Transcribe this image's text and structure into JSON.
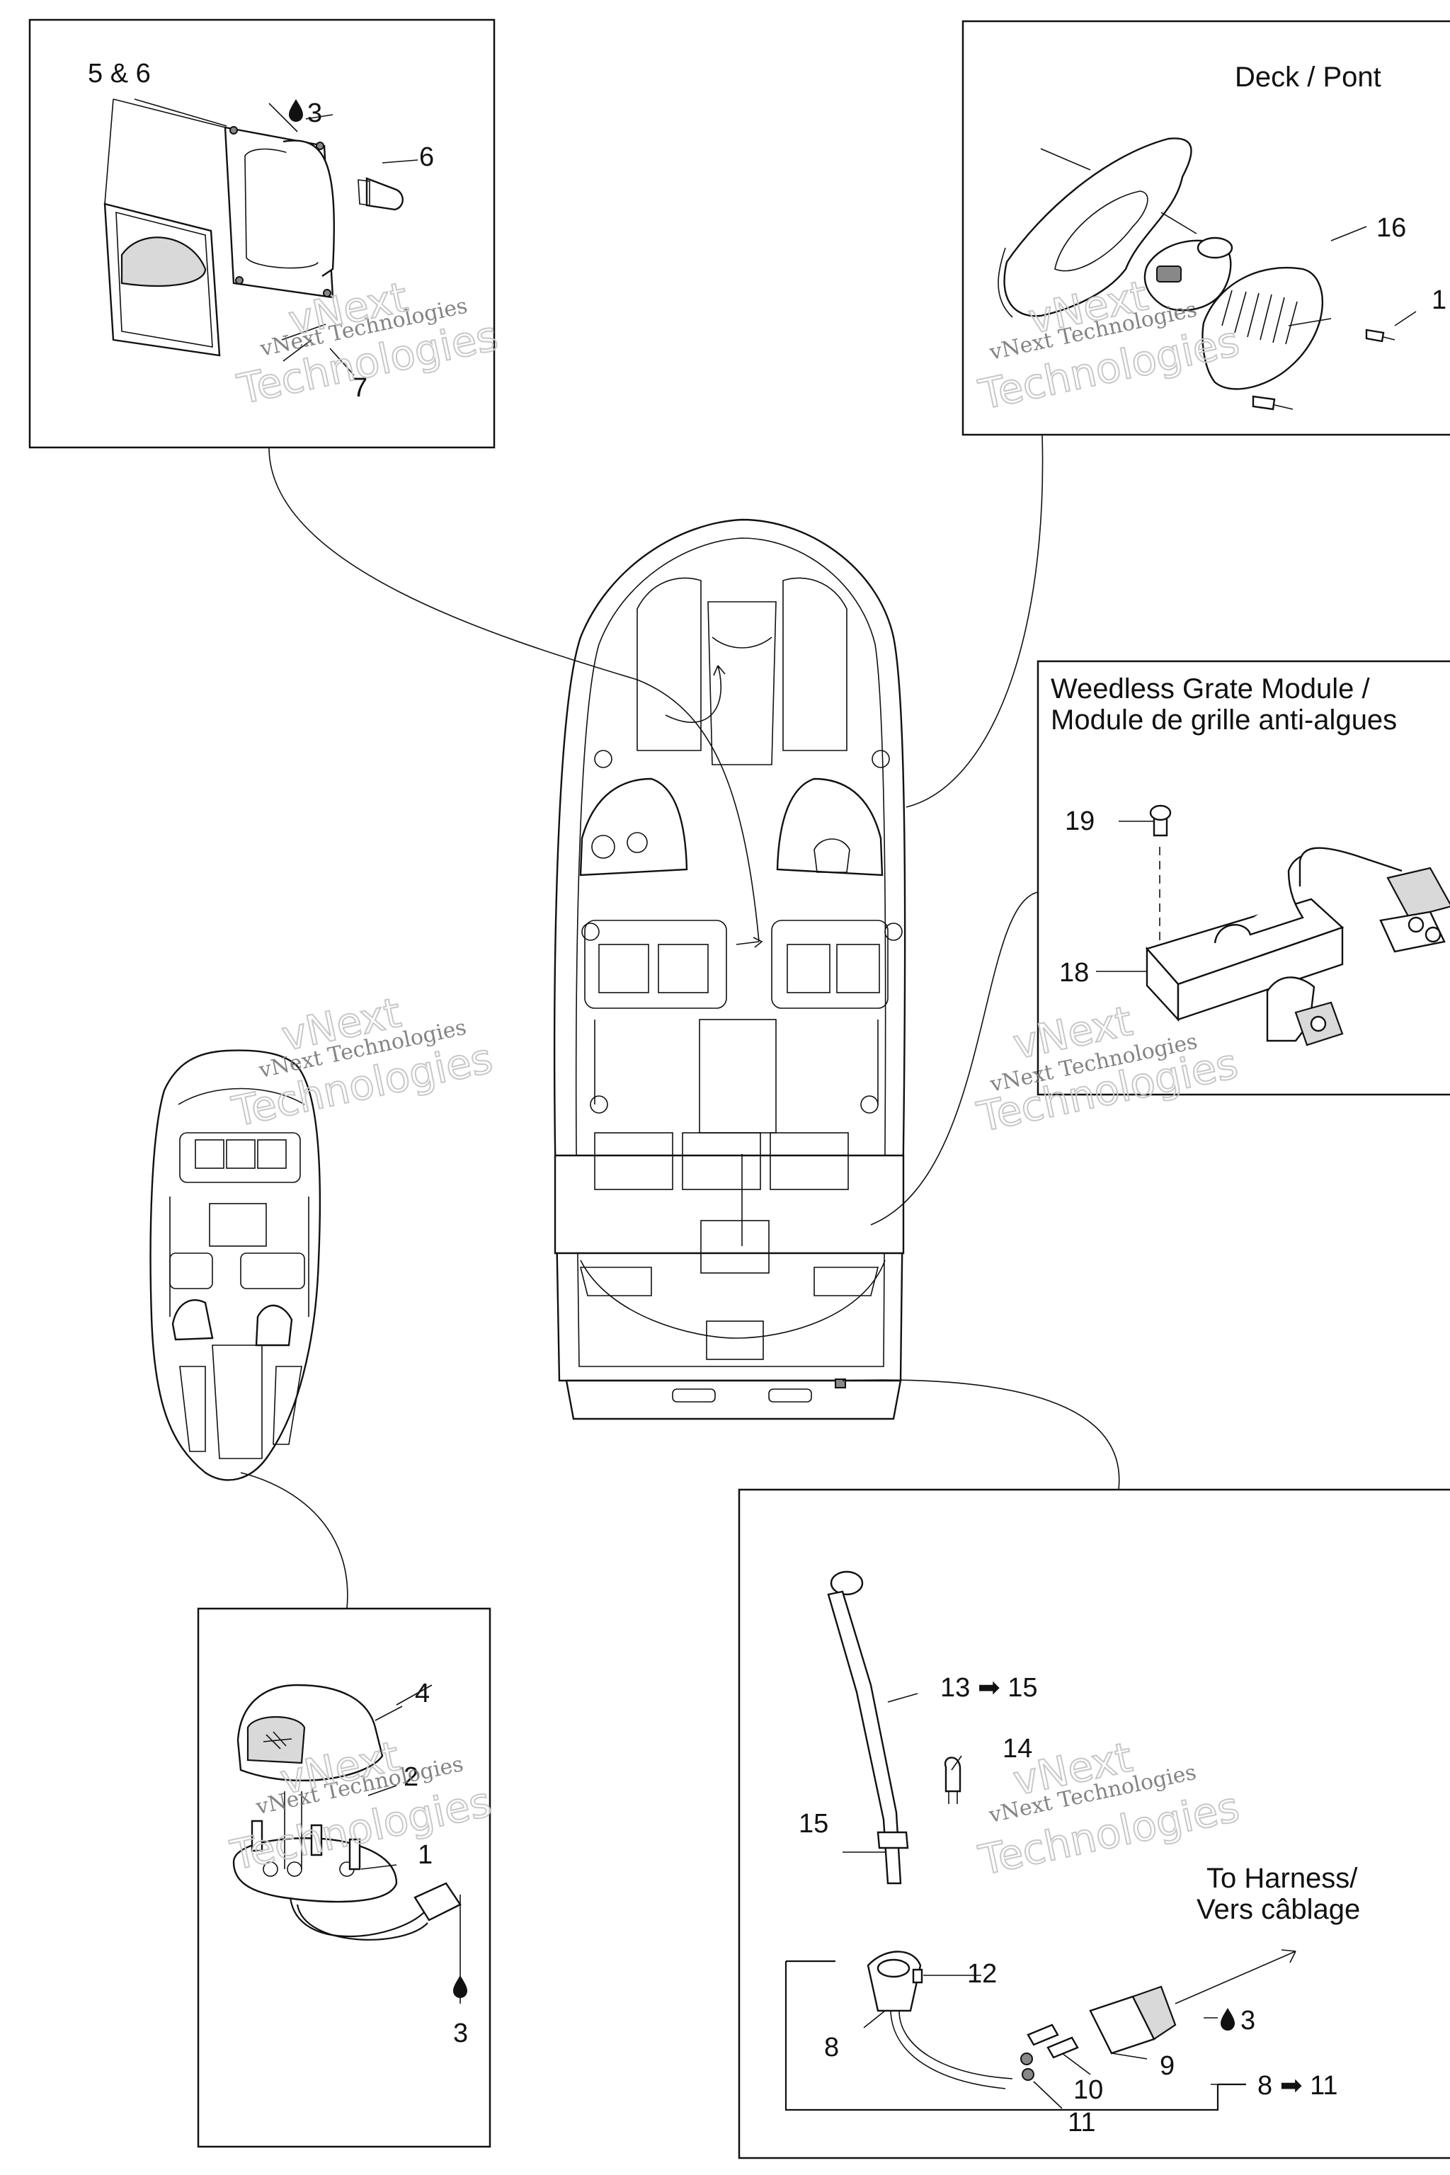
{
  "diagram": {
    "callouts": {
      "c1": "1",
      "c2": "2",
      "c3_bow": "3",
      "c3_tr": "3",
      "c3_harness": "3",
      "c4": "4",
      "c5and6": "5 & 6",
      "c6": "6",
      "c7": "7",
      "c8": "8",
      "c8to11": "8 ➡ 11",
      "c9": "9",
      "c10": "10",
      "c11": "11",
      "c12": "12",
      "c13to15": "13 ➡ 15",
      "c14": "14",
      "c15": "15",
      "c16": "16",
      "c17": "1",
      "c18": "18",
      "c19": "19"
    },
    "deck_label": "Deck / Pont",
    "grate_title_line1": "Weedless Grate Module /",
    "grate_title_line2": "Module de grille anti-algues",
    "harness_line1": "To Harness/",
    "harness_line2": "Vers câblage",
    "watermark_line1": "vNext Technologies",
    "watermark_line2": "Technologies",
    "watermark_line3": "vNext"
  }
}
